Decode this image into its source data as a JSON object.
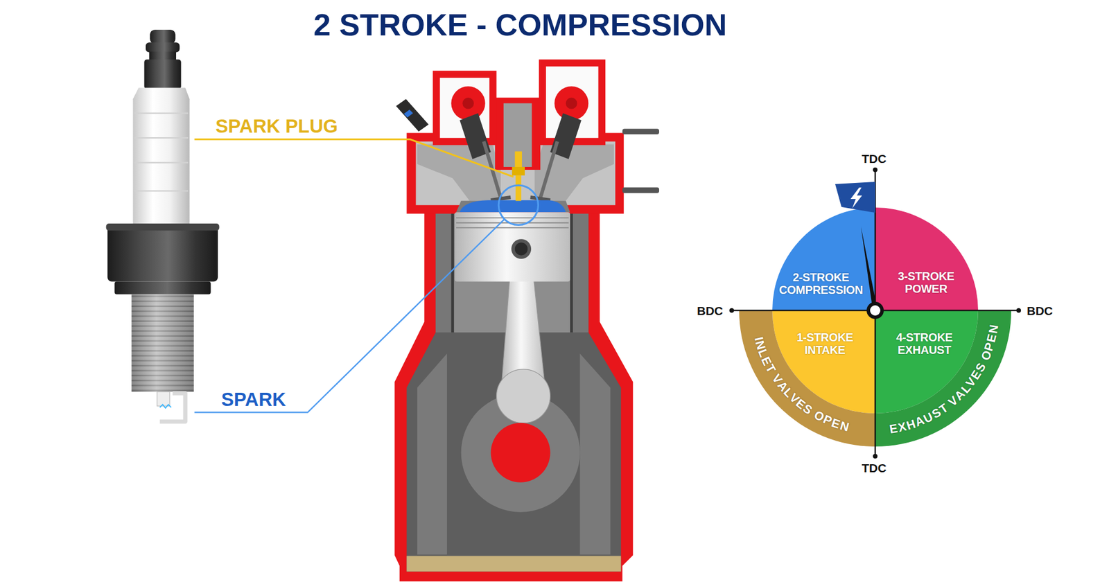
{
  "diagram": {
    "title": "2 STROKE - COMPRESSION",
    "nodes": [
      {
        "text": [
          "2-STROKE COMPRESSION"
        ]
      },
      {
        "text": [
          "3-STROKE POWER"
        ]
      },
      {
        "text": [
          "1-STROKE INTAKE"
        ]
      },
      {
        "text": [
          "4-STROKE EXHAUST"
        ]
      },
      {
        "text": [
          "INLET VALVES OPEN"
        ]
      },
      {
        "text": [
          "EXHAUST VALVES OPEN"
        ]
      }
    ],
    "labels": [
      "SPARK PLUG",
      "TDC",
      "BDC",
      "BDC",
      "SPARK",
      "TDC"
    ]
  }
}
